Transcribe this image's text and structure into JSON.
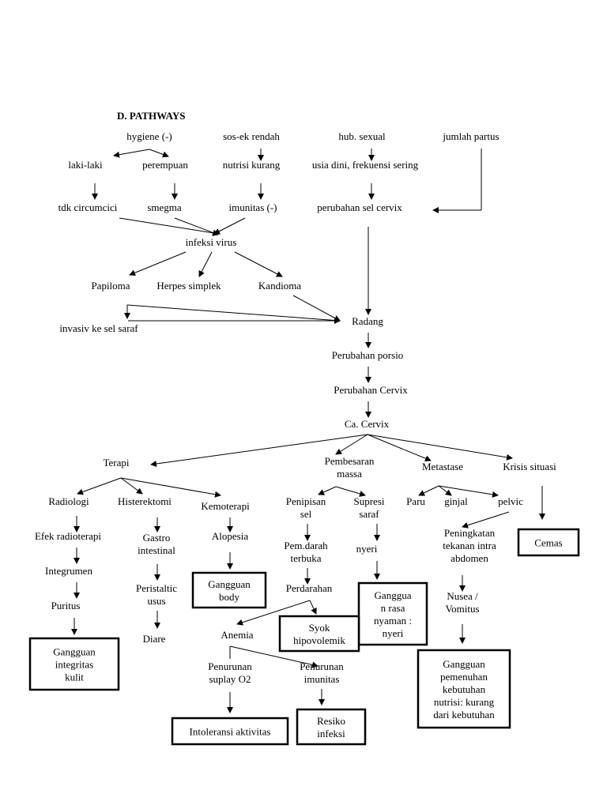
{
  "title": "D. PATHWAYS",
  "nodes": [
    {
      "id": "hygiene",
      "lines": [
        "hygiene (-)"
      ]
    },
    {
      "id": "sosek",
      "lines": [
        "sos-ek rendah"
      ]
    },
    {
      "id": "hubsex",
      "lines": [
        "hub. sexual"
      ]
    },
    {
      "id": "partus",
      "lines": [
        "jumlah partus"
      ]
    },
    {
      "id": "laki",
      "lines": [
        "laki-laki"
      ]
    },
    {
      "id": "perempuan",
      "lines": [
        "perempuan"
      ]
    },
    {
      "id": "nutrisi",
      "lines": [
        "nutrisi kurang"
      ]
    },
    {
      "id": "usia",
      "lines": [
        "usia dini, frekuensi sering"
      ]
    },
    {
      "id": "tdk",
      "lines": [
        "tdk circumcici"
      ]
    },
    {
      "id": "smegma",
      "lines": [
        "smegma"
      ]
    },
    {
      "id": "imunitas",
      "lines": [
        "imunitas (-)"
      ]
    },
    {
      "id": "perubahansel",
      "lines": [
        "perubahan sel cervix"
      ]
    },
    {
      "id": "infeksi",
      "lines": [
        "infeksi virus"
      ]
    },
    {
      "id": "papiloma",
      "lines": [
        "Papiloma"
      ]
    },
    {
      "id": "herpes",
      "lines": [
        "Herpes simplek"
      ]
    },
    {
      "id": "kandioma",
      "lines": [
        "Kandioma"
      ]
    },
    {
      "id": "invasiv",
      "lines": [
        "invasiv ke sel saraf"
      ]
    },
    {
      "id": "radang",
      "lines": [
        "Radang"
      ]
    },
    {
      "id": "porsio",
      "lines": [
        "Perubahan porsio"
      ]
    },
    {
      "id": "pcervix",
      "lines": [
        "Perubahan Cervix"
      ]
    },
    {
      "id": "cacervix",
      "lines": [
        "Ca. Cervix"
      ]
    },
    {
      "id": "terapi",
      "lines": [
        "Terapi"
      ]
    },
    {
      "id": "pembesaran",
      "lines": [
        "Pembesaran",
        "massa"
      ]
    },
    {
      "id": "metastase",
      "lines": [
        "Metastase"
      ]
    },
    {
      "id": "krisis",
      "lines": [
        "Krisis situasi"
      ]
    },
    {
      "id": "radiologi",
      "lines": [
        "Radiologi"
      ]
    },
    {
      "id": "histerektomi",
      "lines": [
        "Histerektomi"
      ]
    },
    {
      "id": "kemoterapi",
      "lines": [
        "Kemoterapi"
      ]
    },
    {
      "id": "penipisan",
      "lines": [
        "Penipisan",
        "sel"
      ]
    },
    {
      "id": "supresi",
      "lines": [
        "Supresi",
        "saraf"
      ]
    },
    {
      "id": "paru",
      "lines": [
        "Paru"
      ]
    },
    {
      "id": "ginjal",
      "lines": [
        "ginjal"
      ]
    },
    {
      "id": "pelvic",
      "lines": [
        "pelvic"
      ]
    },
    {
      "id": "efek",
      "lines": [
        "Efek radioterapi"
      ]
    },
    {
      "id": "gastro",
      "lines": [
        "Gastro",
        "intestinal"
      ]
    },
    {
      "id": "alopesia",
      "lines": [
        "Alopesia"
      ]
    },
    {
      "id": "pemdarah",
      "lines": [
        "Pem.darah",
        "terbuka"
      ]
    },
    {
      "id": "nyeri",
      "lines": [
        "nyeri"
      ]
    },
    {
      "id": "peningkatan",
      "lines": [
        "Peningkatan",
        "tekanan intra",
        "abdomen"
      ]
    },
    {
      "id": "integrumen",
      "lines": [
        "Integrumen"
      ]
    },
    {
      "id": "peristaltic",
      "lines": [
        "Peristaltic",
        "usus"
      ]
    },
    {
      "id": "perdarahan",
      "lines": [
        "Perdarahan"
      ]
    },
    {
      "id": "puritus",
      "lines": [
        "Puritus"
      ]
    },
    {
      "id": "diare",
      "lines": [
        "Diare"
      ]
    },
    {
      "id": "anemia",
      "lines": [
        "Anemia"
      ]
    },
    {
      "id": "nusea",
      "lines": [
        "Nusea /",
        "Vomitus"
      ]
    },
    {
      "id": "suplay",
      "lines": [
        "Penurunan",
        "suplay O2"
      ]
    },
    {
      "id": "pimunitas",
      "lines": [
        "Penurunan",
        "imunitas"
      ]
    }
  ],
  "boxes": [
    {
      "id": "cemas",
      "lines": [
        "Cemas"
      ]
    },
    {
      "id": "gbody",
      "lines": [
        "Gangguan",
        "body"
      ]
    },
    {
      "id": "gnyaman",
      "lines": [
        "Ganggua",
        "n rasa",
        "nyaman :",
        "nyeri"
      ]
    },
    {
      "id": "syok",
      "lines": [
        "Syok",
        "hipovolemik"
      ]
    },
    {
      "id": "gkulit",
      "lines": [
        "Gangguan",
        "integritas",
        "kulit"
      ]
    },
    {
      "id": "gnutrisi",
      "lines": [
        "Gangguan",
        "pemenuhan",
        "kebutuhan",
        "nutrisi: kurang",
        "dari kebutuhan"
      ]
    },
    {
      "id": "intoleransi",
      "lines": [
        "Intoleransi aktivitas"
      ]
    },
    {
      "id": "resiko",
      "lines": [
        "Resiko",
        "infeksi"
      ]
    }
  ]
}
